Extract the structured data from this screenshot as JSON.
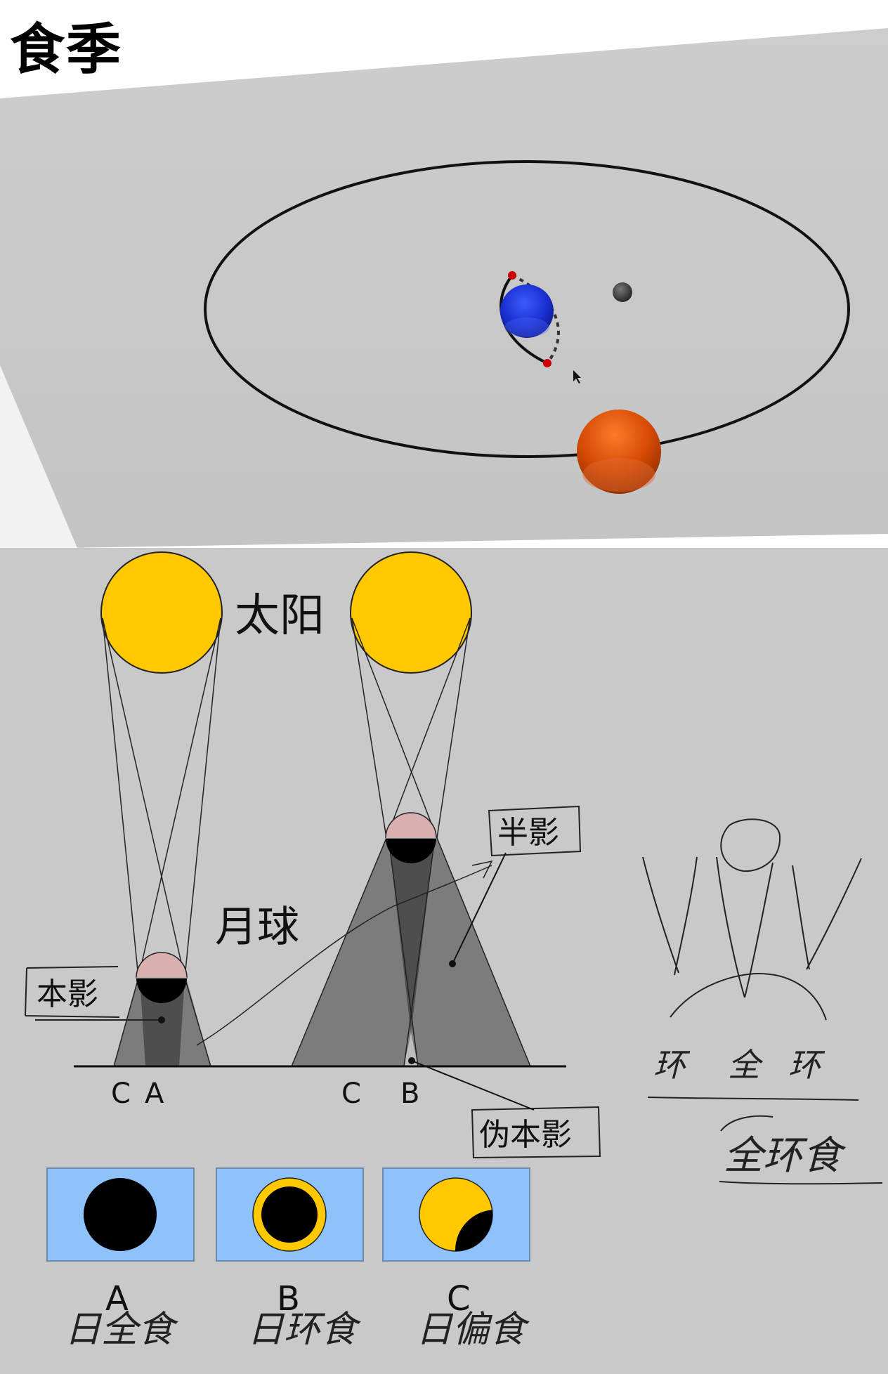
{
  "title": "食季",
  "orbit_diagram": {
    "earth_color": "#1a2fd0",
    "sun_color": "#c23a05",
    "moon_color": "#333333",
    "node_color": "#cc0000"
  },
  "shadow_diagram": {
    "sun_label": "太阳",
    "moon_label": "月球",
    "umbra_label": "本影",
    "penumbra_label": "半影",
    "pseudo_umbra_label": "伪本影",
    "left_ground": {
      "c": "C",
      "a": "A"
    },
    "right_ground": {
      "c": "C",
      "b": "B"
    },
    "sun_color": "#ffc800",
    "moon_lit_color": "#d9b0b0"
  },
  "eclipse_types": [
    {
      "letter": "A",
      "note": "日全食"
    },
    {
      "letter": "B",
      "note": "日环食"
    },
    {
      "letter": "C",
      "note": "日偏食"
    }
  ],
  "sketch": {
    "row_labels": [
      "环",
      "全",
      "环"
    ],
    "hybrid_label": "全环食"
  }
}
